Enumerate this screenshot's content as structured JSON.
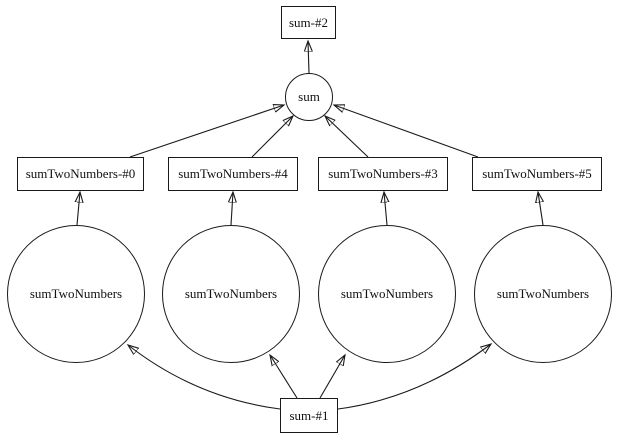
{
  "diagram": {
    "type": "directed-graph",
    "background_color": "#ffffff",
    "stroke_color": "#1a1a1a",
    "node_fill_color": "#ffffff",
    "text_color": "#111111",
    "nodes": {
      "sum2": {
        "label": "sum-#2",
        "shape": "box"
      },
      "sum": {
        "label": "sum",
        "shape": "circle"
      },
      "stn0": {
        "label": "sumTwoNumbers-#0",
        "shape": "box"
      },
      "stn4": {
        "label": "sumTwoNumbers-#4",
        "shape": "box"
      },
      "stn3": {
        "label": "sumTwoNumbers-#3",
        "shape": "box"
      },
      "stn5": {
        "label": "sumTwoNumbers-#5",
        "shape": "box"
      },
      "call0": {
        "label": "sumTwoNumbers",
        "shape": "circle"
      },
      "call1": {
        "label": "sumTwoNumbers",
        "shape": "circle"
      },
      "call2": {
        "label": "sumTwoNumbers",
        "shape": "circle"
      },
      "call3": {
        "label": "sumTwoNumbers",
        "shape": "circle"
      },
      "sum1": {
        "label": "sum-#1",
        "shape": "box"
      }
    },
    "edges": [
      {
        "from": "sum",
        "to": "sum-#2"
      },
      {
        "from": "sumTwoNumbers-#0",
        "to": "sum"
      },
      {
        "from": "sumTwoNumbers-#4",
        "to": "sum"
      },
      {
        "from": "sumTwoNumbers-#3",
        "to": "sum"
      },
      {
        "from": "sumTwoNumbers-#5",
        "to": "sum"
      },
      {
        "from": "sumTwoNumbers(call0)",
        "to": "sumTwoNumbers-#0"
      },
      {
        "from": "sumTwoNumbers(call1)",
        "to": "sumTwoNumbers-#4"
      },
      {
        "from": "sumTwoNumbers(call2)",
        "to": "sumTwoNumbers-#3"
      },
      {
        "from": "sumTwoNumbers(call3)",
        "to": "sumTwoNumbers-#5"
      },
      {
        "from": "sum-#1",
        "to": "sumTwoNumbers(call0)"
      },
      {
        "from": "sum-#1",
        "to": "sumTwoNumbers(call1)"
      },
      {
        "from": "sum-#1",
        "to": "sumTwoNumbers(call2)"
      },
      {
        "from": "sum-#1",
        "to": "sumTwoNumbers(call3)"
      }
    ]
  }
}
